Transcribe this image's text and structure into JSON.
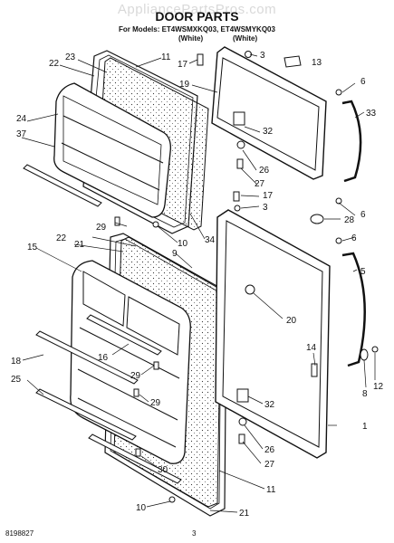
{
  "watermark": "AppliancePartsPros.com",
  "title": "DOOR PARTS",
  "models_line": "For Models: ET4WSMXKQ03, ET4WSMYKQ03",
  "color_notes": [
    "(White)",
    "(White)"
  ],
  "callouts": [
    "22",
    "23",
    "11",
    "17",
    "3",
    "13",
    "19",
    "6",
    "24",
    "33",
    "32",
    "37",
    "26",
    "27",
    "17",
    "3",
    "6",
    "28",
    "29",
    "34",
    "10",
    "22",
    "6",
    "21",
    "15",
    "9",
    "5",
    "20",
    "14",
    "16",
    "18",
    "29",
    "25",
    "8",
    "12",
    "29",
    "32",
    "1",
    "26",
    "27",
    "30",
    "11",
    "10",
    "21"
  ],
  "footer": {
    "code": "8198827",
    "page": "3"
  }
}
